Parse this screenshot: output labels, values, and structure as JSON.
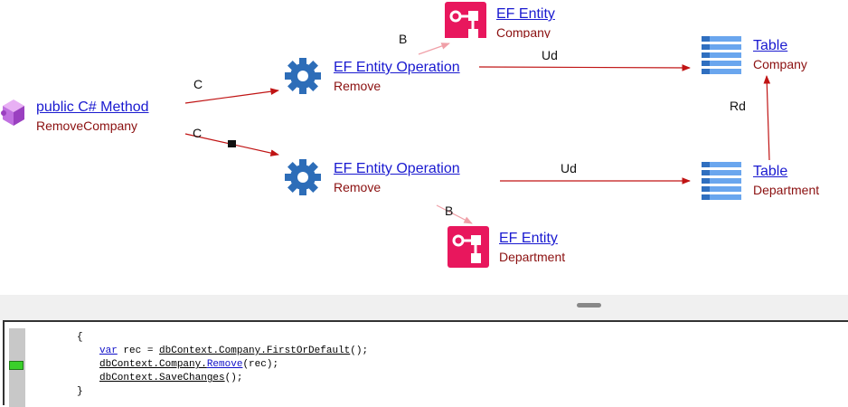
{
  "nodes": {
    "method": {
      "type": "public C# Method",
      "name": "RemoveCompany"
    },
    "op1": {
      "type": "EF Entity Operation",
      "name": "Remove"
    },
    "op2": {
      "type": "EF Entity Operation",
      "name": "Remove"
    },
    "entity_company": {
      "type": "EF Entity",
      "name": "Company"
    },
    "entity_department": {
      "type": "EF Entity",
      "name": "Department"
    },
    "table_company": {
      "type": "Table",
      "name": "Company"
    },
    "table_department": {
      "type": "Table",
      "name": "Department"
    }
  },
  "edges": {
    "method_op1": "C",
    "method_op2": "C",
    "op1_entity": "B",
    "op2_entity": "B",
    "op1_table": "Ud",
    "op2_table": "Ud",
    "tabledept_tablecomp": "Rd"
  },
  "colors": {
    "edge": "#c01414",
    "edge_light": "#f0a0a8",
    "link": "#1a1ad0",
    "sublabel": "#8b1010",
    "gear": "#2d6db8",
    "entity": "#e8175d",
    "table": "#3a86e0",
    "method": "#c070e0"
  },
  "icons": {
    "method": "cube-icon",
    "operation": "gear-icon",
    "entity": "ef-entity-icon",
    "table": "table-icon"
  },
  "code": {
    "lines": [
      {
        "pre": "{"
      },
      {
        "kw": "var",
        "a": " rec = ",
        "u1": "dbContext.Company.FirstOrDefault",
        "b": "();"
      },
      {
        "u1": "dbContext.Company.",
        "m": "Remove",
        "b": "(rec);"
      },
      {
        "u1": "dbContext.SaveChanges",
        "b": "();"
      },
      {
        "pre": "}"
      }
    ]
  }
}
